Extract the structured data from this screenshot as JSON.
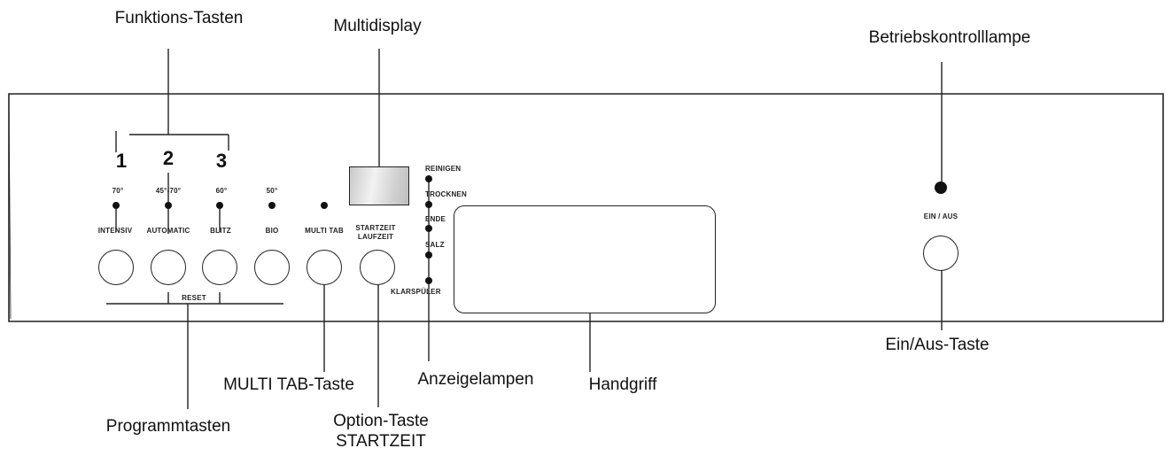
{
  "callouts": {
    "function_keys": "Funktions-Tasten",
    "multidisplay": "Multidisplay",
    "status_lamp": "Betriebskontrolllampe",
    "on_off_key": "Ein/Aus-Taste",
    "program_keys": "Programmtasten",
    "multitab_key": "MULTI TAB-Taste",
    "option_key_line1": "Option-Taste",
    "option_key_line2": "STARTZEIT",
    "indicator_lamps": "Anzeigelampen",
    "handle": "Handgriff"
  },
  "function_numbers": [
    "1",
    "2",
    "3"
  ],
  "temperatures": [
    "70°",
    "45°-70°",
    "60°",
    "50°"
  ],
  "programs": [
    "INTENSIV",
    "AUTOMATIC",
    "BLITZ",
    "BIO"
  ],
  "multitab_label": "MULTI TAB",
  "starttime_label_line1": "STARTZEIT",
  "starttime_label_line2": "LAUFZEIT",
  "reset_label": "RESET",
  "indicators": [
    "REINIGEN",
    "TROCKNEN",
    "ENDE",
    "SALZ",
    "KLARSPÜLER"
  ],
  "on_off_label": "EIN / AUS"
}
